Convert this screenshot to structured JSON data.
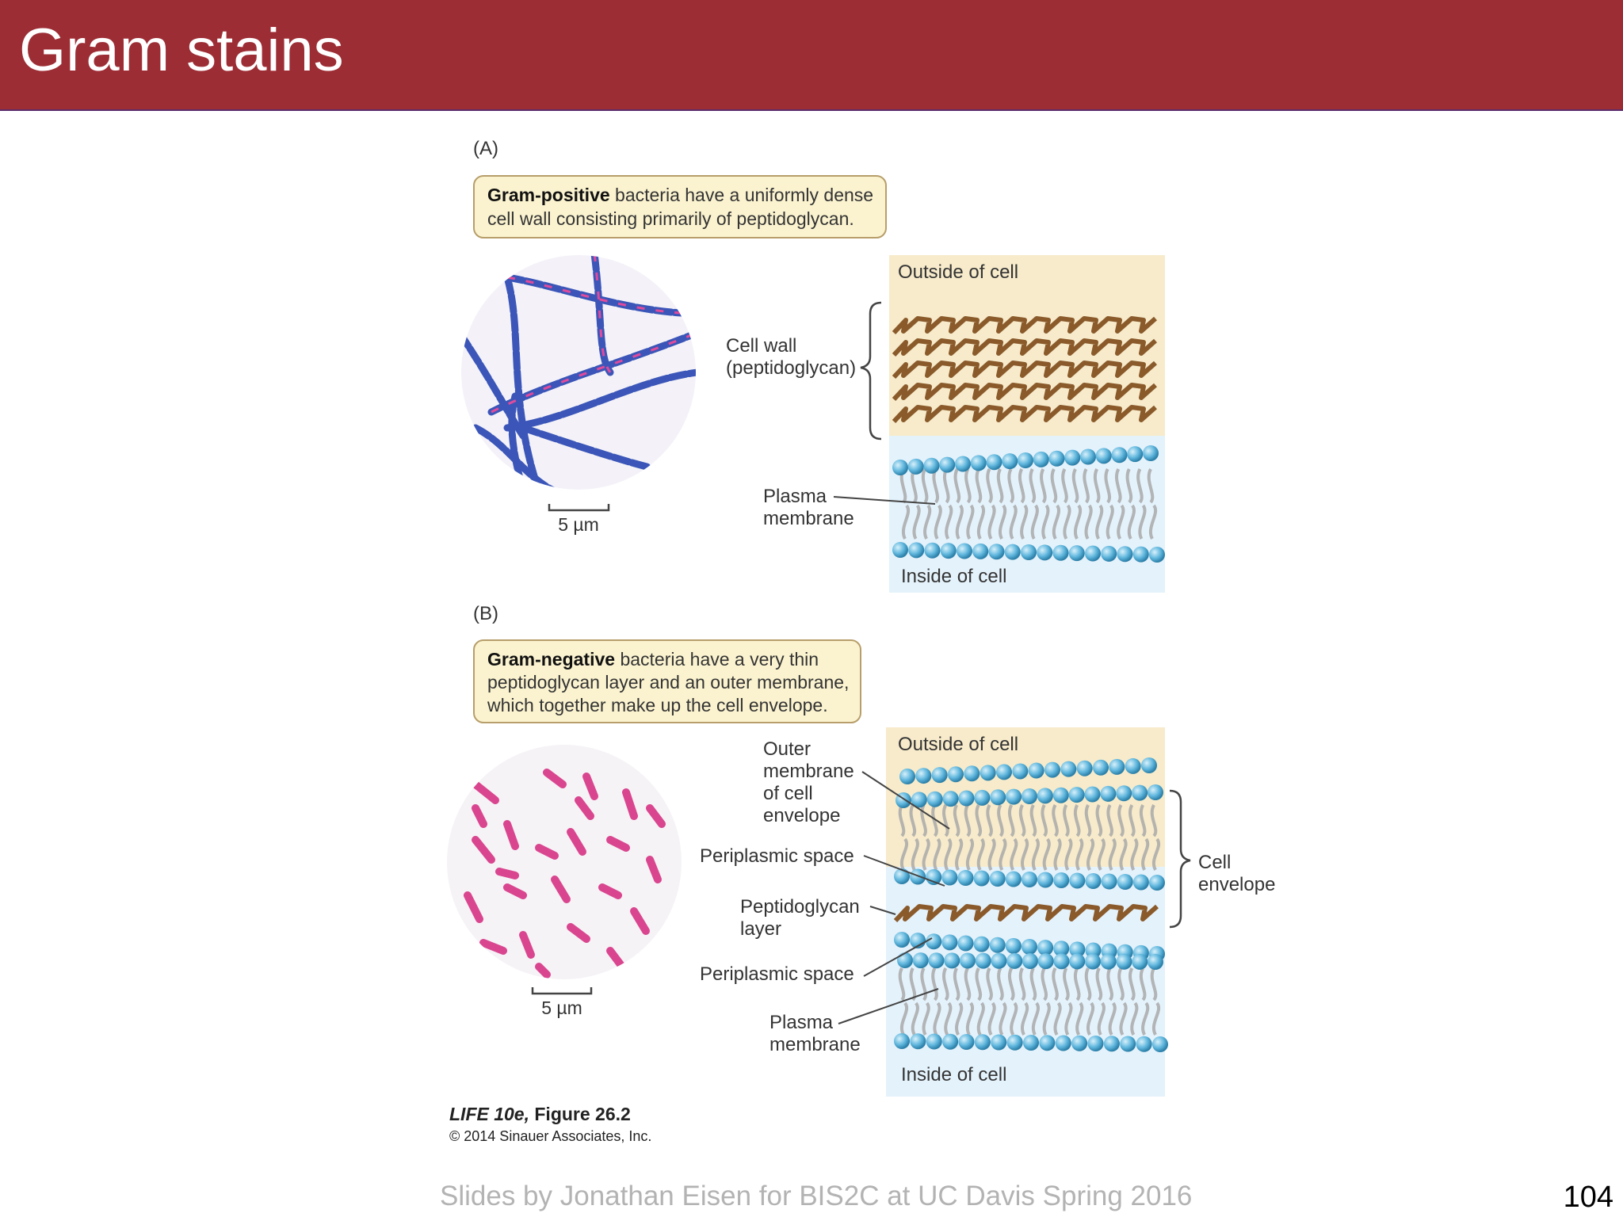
{
  "slide": {
    "title": "Gram stains",
    "footer": "Slides by Jonathan Eisen for BIS2C at UC Davis Spring 2016",
    "page_number": "104"
  },
  "panel_a": {
    "label": "(A)",
    "callout_bold": "Gram-positive",
    "callout_rest_1": " bacteria have a uniformly dense",
    "callout_line_2": "cell wall consisting primarily of peptidoglycan.",
    "scale": "5 µm",
    "outside": "Outside of cell",
    "inside": "Inside of cell",
    "cell_wall_1": "Cell wall",
    "cell_wall_2": "(peptidoglycan)",
    "plasma_1": "Plasma",
    "plasma_2": "membrane"
  },
  "panel_b": {
    "label": "(B)",
    "callout_bold": "Gram-negative",
    "callout_rest_1": " bacteria have a very thin",
    "callout_line_2": "peptidoglycan layer and an outer membrane,",
    "callout_line_3": "which together make up the cell envelope.",
    "scale": "5 µm",
    "outside": "Outside of cell",
    "inside": "Inside of cell",
    "outer_1": "Outer",
    "outer_2": "membrane",
    "outer_3": "of cell",
    "outer_4": "envelope",
    "periplasmic_1": "Periplasmic space",
    "pg_1": "Peptidoglycan",
    "pg_2": "layer",
    "periplasmic_2": "Periplasmic space",
    "plasma_1": "Plasma",
    "plasma_2": "membrane",
    "envelope_1": "Cell",
    "envelope_2": "envelope"
  },
  "caption": {
    "line1_italic": "LIFE 10e,",
    "line1_rest": " Figure 26.2",
    "line2": "© 2014 Sinauer Associates, Inc."
  },
  "colors": {
    "title_bar": "#9d2d35",
    "callout_fill": "#fbf3cf",
    "outside_bg": "#f7ebcb",
    "inside_bg": "#e4f2fb",
    "peptidoglycan": "#8a5a2b",
    "lipid_head": "#5fb6dd",
    "gram_positive_stain": "#3b4fa8",
    "gram_negative_stain": "#d9468f"
  }
}
